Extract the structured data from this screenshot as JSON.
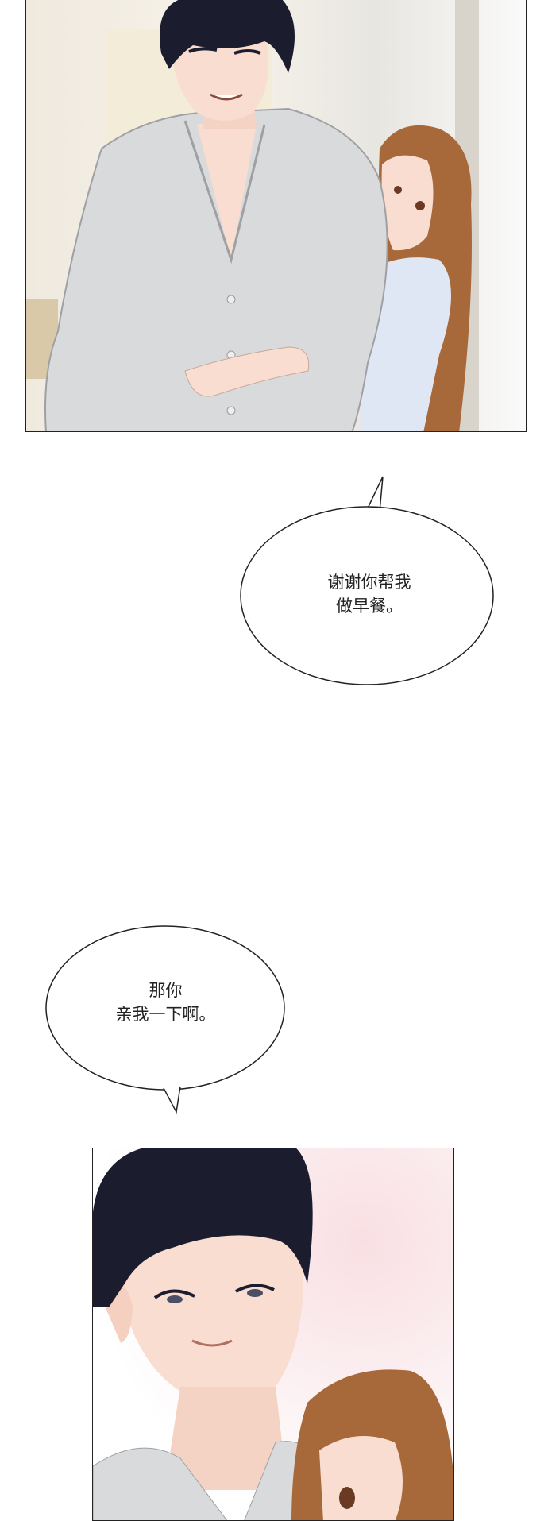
{
  "bubbles": [
    {
      "lines": [
        "谢谢你帮我",
        "做早餐。"
      ]
    },
    {
      "lines": [
        "那你",
        "亲我一下啊。"
      ]
    }
  ],
  "colors": {
    "hair_dark": "#1b1c2e",
    "hair_brown": "#a8693a",
    "shirt_grey": "#d9dadc",
    "skin": "#f8ddd0",
    "blouse_blue": "#dfe6f4",
    "outline": "#222222"
  }
}
